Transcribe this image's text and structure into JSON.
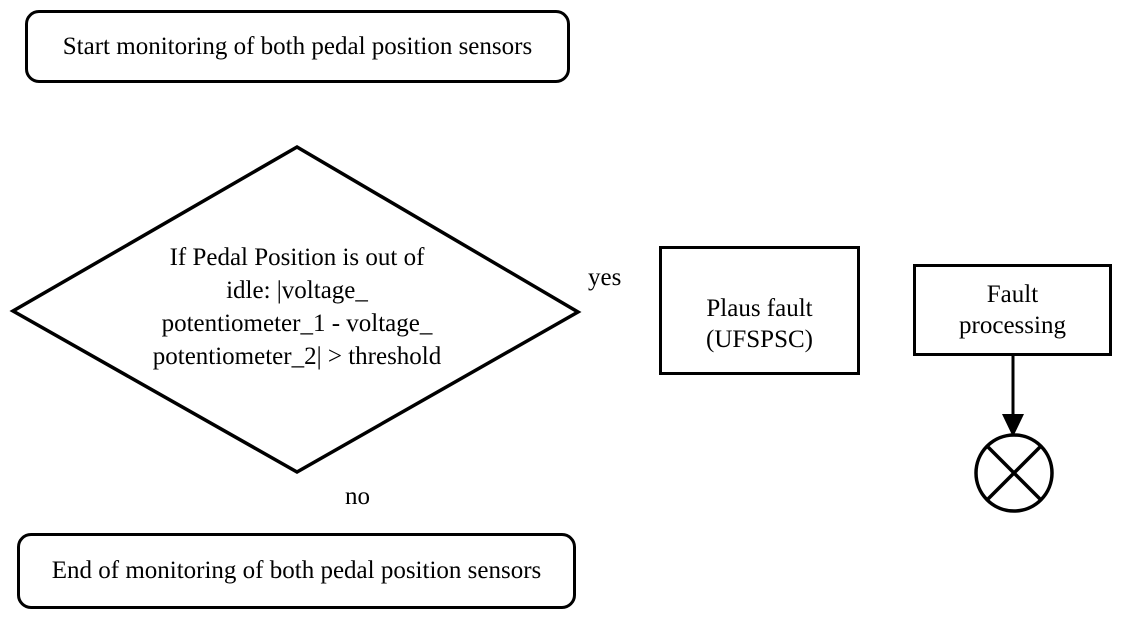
{
  "nodes": {
    "start": {
      "type": "terminator",
      "label": "Start monitoring of both pedal position sensors"
    },
    "decision": {
      "type": "decision",
      "label": "If Pedal Position is out of\nidle: |voltage_\npotentiometer_1 - voltage_\npotentiometer_2| > threshold"
    },
    "plaus_fault": {
      "type": "process",
      "label": "Plaus fault\n(UFSPSC)"
    },
    "fault_processing": {
      "type": "process",
      "label": "Fault\nprocessing"
    },
    "end": {
      "type": "terminator",
      "label": "End of monitoring of both pedal position sensors"
    }
  },
  "edges": {
    "yes_label": "yes",
    "no_label": "no"
  },
  "colors": {
    "line": "#000000",
    "background": "#ffffff",
    "text": "#000000"
  }
}
